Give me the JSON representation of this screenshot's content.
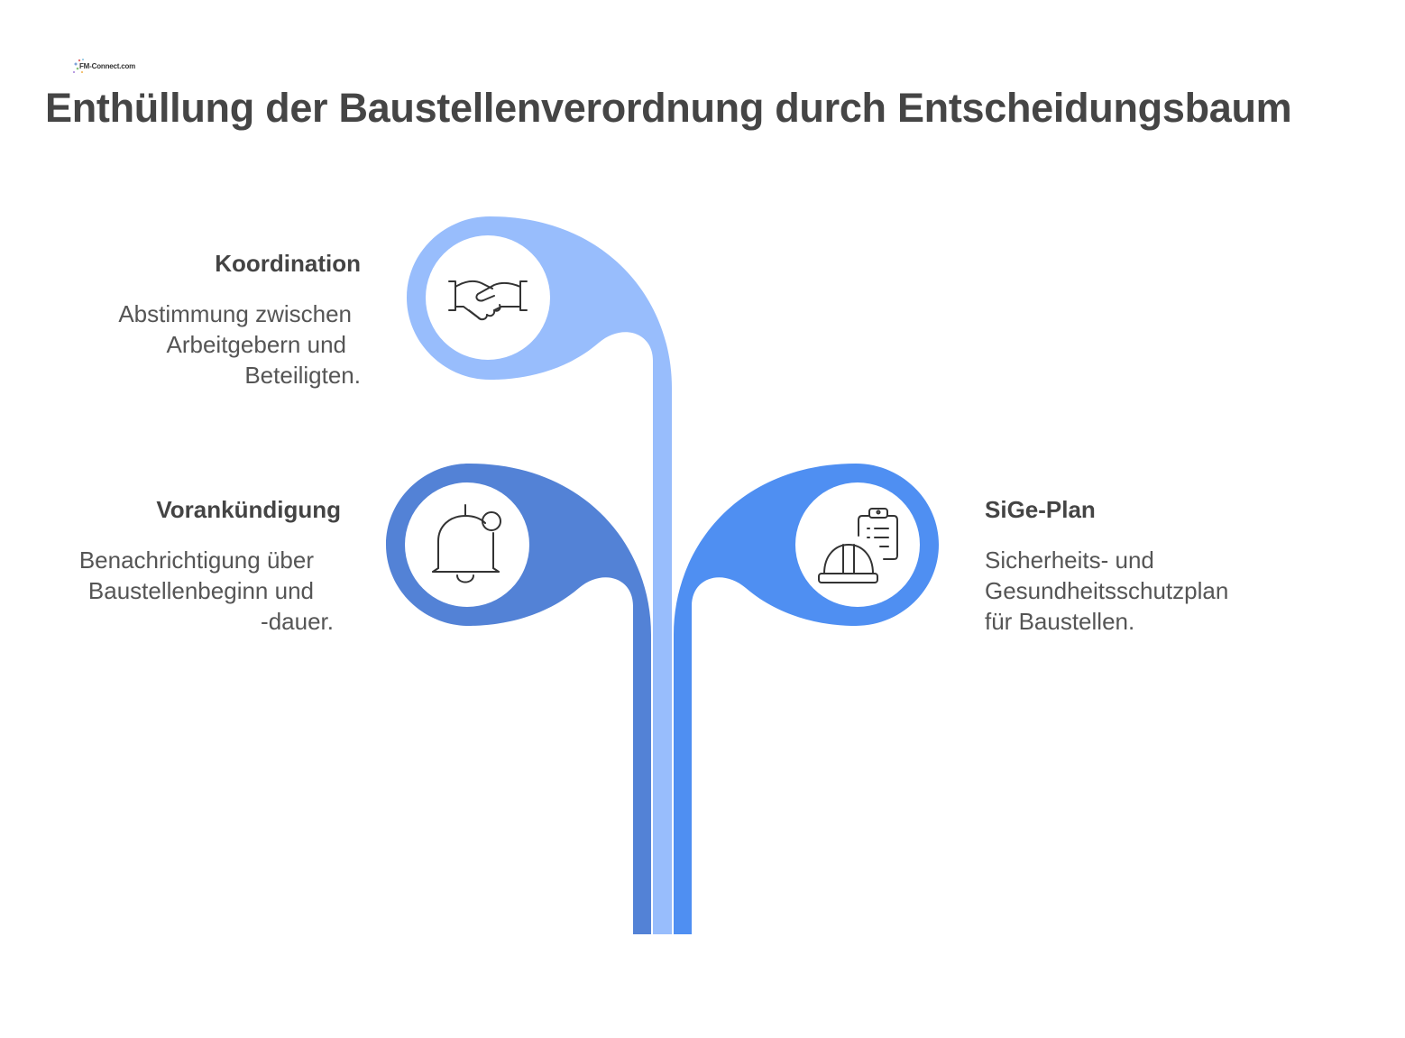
{
  "logo": {
    "text": "FM-Connect.com",
    "icon": "fm-connect-logo"
  },
  "title": "Enthüllung der Baustellenverordnung durch Entscheidungsbaum",
  "branches": [
    {
      "id": "koordination",
      "heading": "Koordination",
      "description_lines": [
        "Abstimmung zwischen",
        "Arbeitgebern und",
        "Beteiligten."
      ],
      "icon": "handshake-icon",
      "color": "#98bdfc"
    },
    {
      "id": "vorankuendigung",
      "heading": "Vorankündigung",
      "description_lines": [
        "Benachrichtigung über",
        "Baustellenbeginn und",
        "-dauer."
      ],
      "icon": "bell-notification-icon",
      "color": "#5382d6"
    },
    {
      "id": "sige-plan",
      "heading": "SiGe-Plan",
      "description_lines": [
        "Sicherheits- und",
        "Gesundheitsschutzplan",
        "für Baustellen."
      ],
      "icon": "hardhat-clipboard-icon",
      "color": "#4f8ff2"
    }
  ]
}
